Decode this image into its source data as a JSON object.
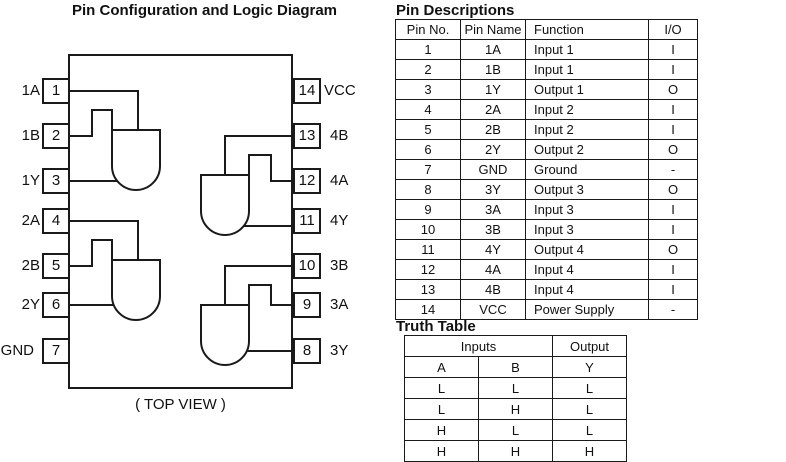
{
  "titles": {
    "diagram": "Pin Configuration and Logic Diagram",
    "pin_descriptions": "Pin Descriptions",
    "truth_table": "Truth Table"
  },
  "logic_diagram": {
    "view_label": "( TOP VIEW )",
    "pins_left": [
      {
        "number": "1",
        "name": "1A"
      },
      {
        "number": "2",
        "name": "1B"
      },
      {
        "number": "3",
        "name": "1Y"
      },
      {
        "number": "4",
        "name": "2A"
      },
      {
        "number": "5",
        "name": "2B"
      },
      {
        "number": "6",
        "name": "2Y"
      },
      {
        "number": "7",
        "name": "GND"
      }
    ],
    "pins_right": [
      {
        "number": "14",
        "name": "VCC"
      },
      {
        "number": "13",
        "name": "4B"
      },
      {
        "number": "12",
        "name": "4A"
      },
      {
        "number": "11",
        "name": "4Y"
      },
      {
        "number": "10",
        "name": "3B"
      },
      {
        "number": "9",
        "name": "3A"
      },
      {
        "number": "8",
        "name": "3Y"
      }
    ],
    "gates": [
      {
        "id": "gate-1",
        "inputs": [
          "1",
          "2"
        ],
        "output": "3"
      },
      {
        "id": "gate-2",
        "inputs": [
          "4",
          "5"
        ],
        "output": "6"
      },
      {
        "id": "gate-3",
        "inputs": [
          "13",
          "12"
        ],
        "output": "11"
      },
      {
        "id": "gate-4",
        "inputs": [
          "10",
          "9"
        ],
        "output": "8"
      }
    ]
  },
  "pin_descriptions": {
    "headers": [
      "Pin No.",
      "Pin Name",
      "Function",
      "I/O"
    ],
    "rows": [
      [
        "1",
        "1A",
        "Input 1",
        "I"
      ],
      [
        "2",
        "1B",
        "Input 1",
        "I"
      ],
      [
        "3",
        "1Y",
        "Output 1",
        "O"
      ],
      [
        "4",
        "2A",
        "Input 2",
        "I"
      ],
      [
        "5",
        "2B",
        "Input 2",
        "I"
      ],
      [
        "6",
        "2Y",
        "Output 2",
        "O"
      ],
      [
        "7",
        "GND",
        "Ground",
        "-"
      ],
      [
        "8",
        "3Y",
        "Output 3",
        "O"
      ],
      [
        "9",
        "3A",
        "Input 3",
        "I"
      ],
      [
        "10",
        "3B",
        "Input 3",
        "I"
      ],
      [
        "11",
        "4Y",
        "Output 4",
        "O"
      ],
      [
        "12",
        "4A",
        "Input 4",
        "I"
      ],
      [
        "13",
        "4B",
        "Input 4",
        "I"
      ],
      [
        "14",
        "VCC",
        "Power Supply",
        "-"
      ]
    ]
  },
  "truth_table": {
    "group_headers": [
      "Inputs",
      "Output"
    ],
    "signal_headers": [
      "A",
      "B",
      "Y"
    ],
    "rows": [
      [
        "L",
        "L",
        "L"
      ],
      [
        "L",
        "H",
        "L"
      ],
      [
        "H",
        "L",
        "L"
      ],
      [
        "H",
        "H",
        "H"
      ]
    ]
  }
}
